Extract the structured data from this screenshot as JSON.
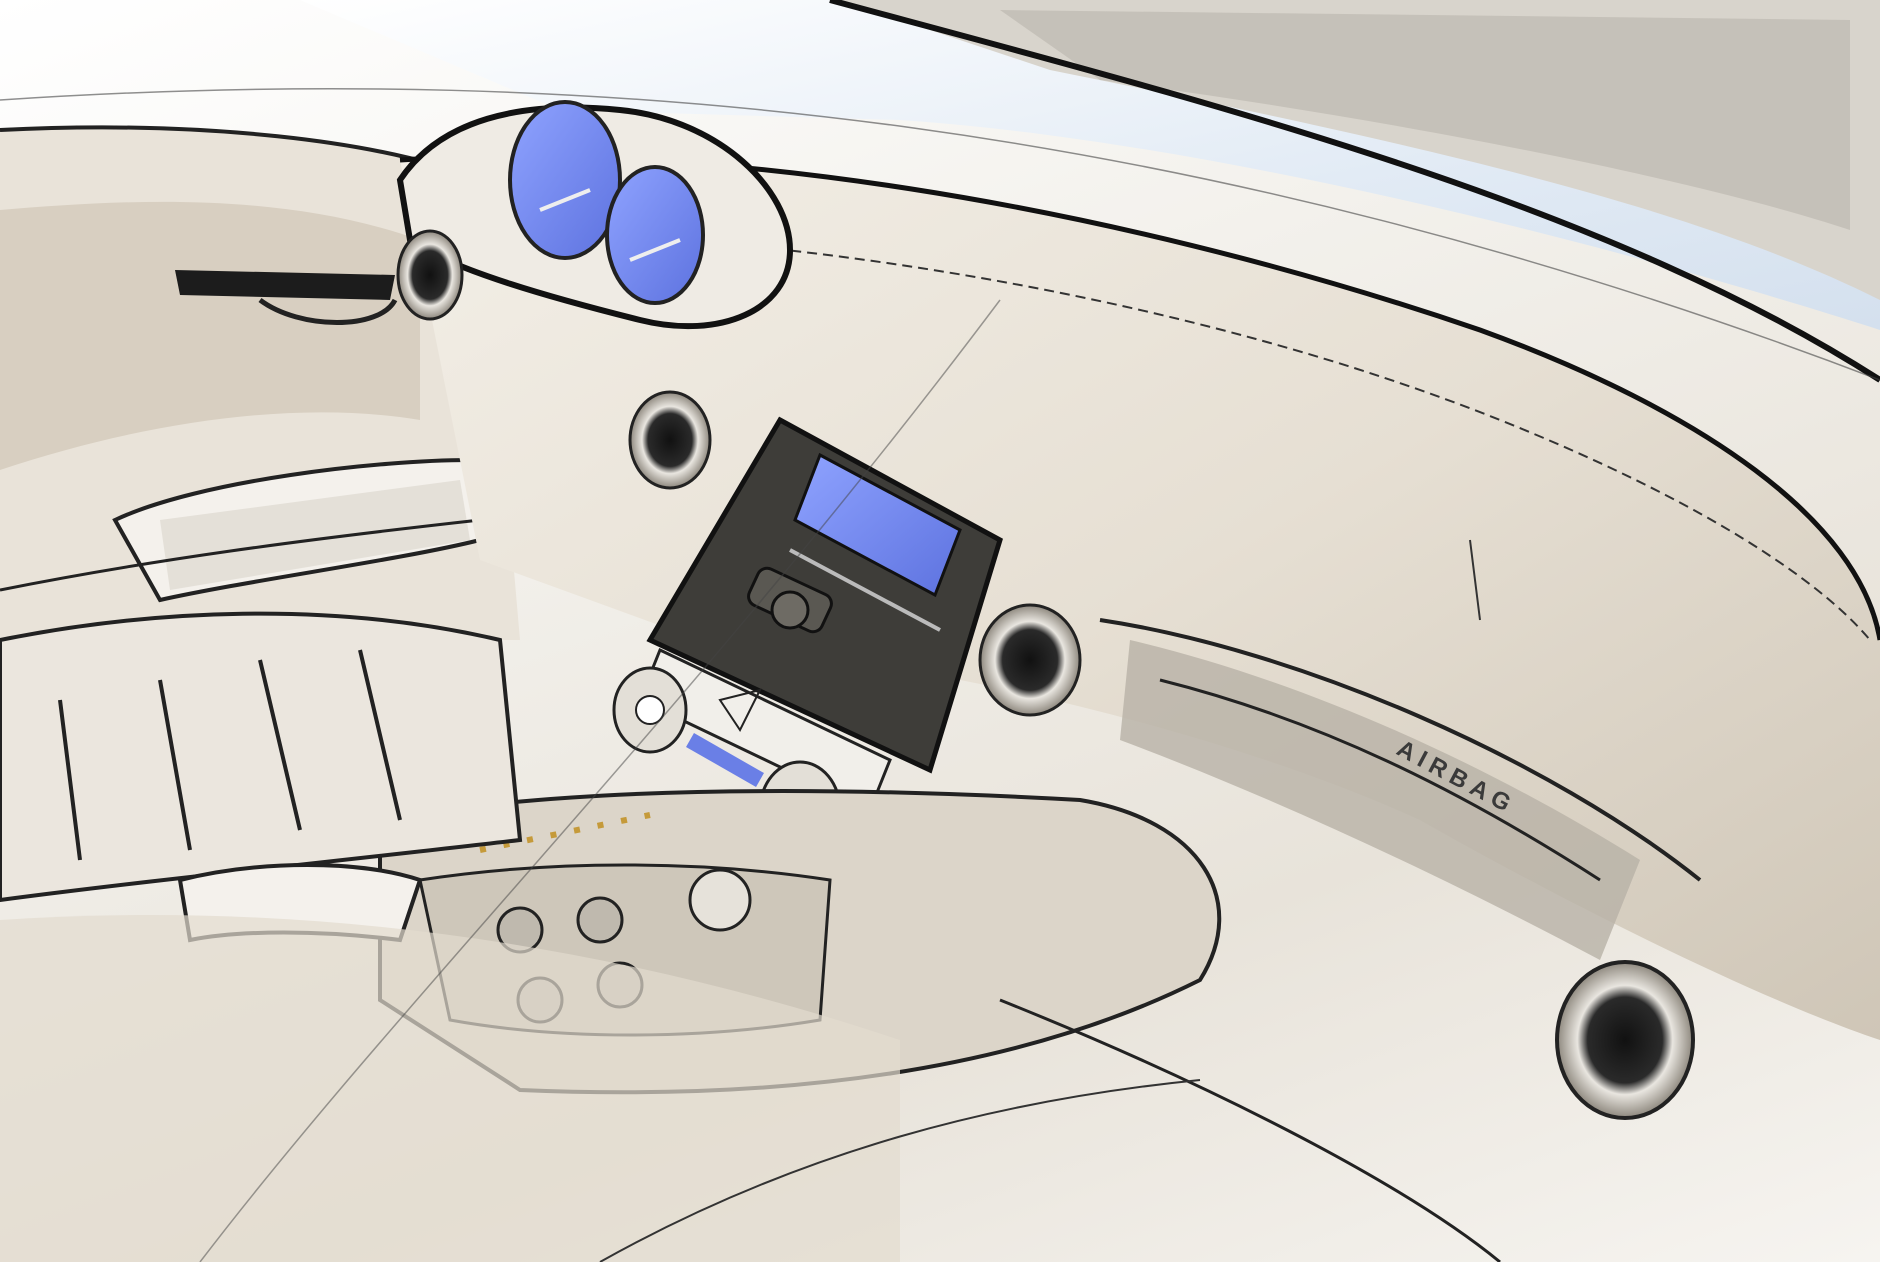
{
  "artwork": {
    "subject": "Car interior dashboard design sketch",
    "medium": "marker and ink sketch",
    "labels": {
      "airbag": "AIRBAG"
    },
    "colors": {
      "sky": "#dfe8f2",
      "cream": "#efe9df",
      "beige_shadow": "#cfc6b8",
      "ink": "#1e1e1e",
      "display_blue": "#7a8ff0",
      "dark_panel": "#3e3d39",
      "grey_marker": "#a9a39a"
    }
  }
}
